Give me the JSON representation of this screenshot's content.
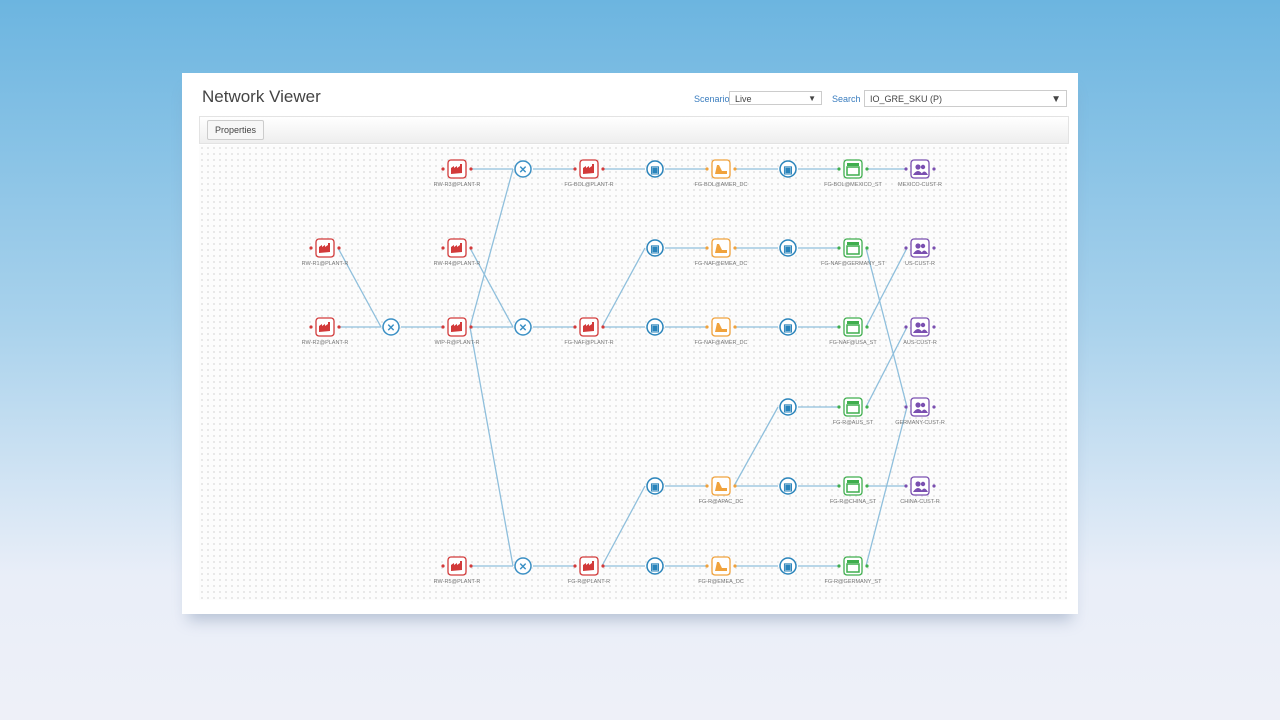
{
  "header": {
    "title": "Network Viewer",
    "scenario_label": "Scenario",
    "scenario_value": "Live",
    "search_label": "Search",
    "search_value": "IO_GRE_SKU (P)"
  },
  "toolbar": {
    "properties_label": "Properties"
  },
  "colors": {
    "plant": "#d23a3a",
    "tool": "#3a8fc4",
    "truck": "#2a84bb",
    "dc": "#f0a23c",
    "store": "#3fae4e",
    "customer": "#7a4fb0",
    "edge": "#8fbfdc"
  },
  "nodes": [
    {
      "id": "rw1",
      "kind": "plant",
      "label": "RW-R1@PLANT-R"
    },
    {
      "id": "rw2",
      "kind": "plant",
      "label": "RW-R2@PLANT-R"
    },
    {
      "id": "t1",
      "kind": "tool",
      "label": ""
    },
    {
      "id": "rw3",
      "kind": "plant",
      "label": "RW-R3@PLANT-R"
    },
    {
      "id": "rw4",
      "kind": "plant",
      "label": "RW-R4@PLANT-R"
    },
    {
      "id": "wip",
      "kind": "plant",
      "label": "WIP-R@PLANT-R"
    },
    {
      "id": "rw5",
      "kind": "plant",
      "label": "RW-R5@PLANT-R"
    },
    {
      "id": "t2",
      "kind": "tool",
      "label": ""
    },
    {
      "id": "t3",
      "kind": "tool",
      "label": ""
    },
    {
      "id": "t4",
      "kind": "tool",
      "label": ""
    },
    {
      "id": "fgb",
      "kind": "plant",
      "label": "FG-BOL@PLANT-R"
    },
    {
      "id": "fgn",
      "kind": "plant",
      "label": "FG-NAF@PLANT-R"
    },
    {
      "id": "fgr",
      "kind": "plant",
      "label": "FG-R@PLANT-R"
    },
    {
      "id": "k1",
      "kind": "truck",
      "label": ""
    },
    {
      "id": "k2",
      "kind": "truck",
      "label": ""
    },
    {
      "id": "k3",
      "kind": "truck",
      "label": ""
    },
    {
      "id": "k4",
      "kind": "truck",
      "label": ""
    },
    {
      "id": "k5",
      "kind": "truck",
      "label": ""
    },
    {
      "id": "d1",
      "kind": "dc",
      "label": "FG-BOL@AMER_DC"
    },
    {
      "id": "d2",
      "kind": "dc",
      "label": "FG-NAF@EMEA_DC"
    },
    {
      "id": "d3",
      "kind": "dc",
      "label": "FG-NAF@AMER_DC"
    },
    {
      "id": "d4",
      "kind": "dc",
      "label": "FG-R@APAC_DC"
    },
    {
      "id": "d5",
      "kind": "dc",
      "label": "FG-R@EMEA_DC"
    },
    {
      "id": "m1",
      "kind": "truck",
      "label": ""
    },
    {
      "id": "m2",
      "kind": "truck",
      "label": ""
    },
    {
      "id": "m3",
      "kind": "truck",
      "label": ""
    },
    {
      "id": "m4",
      "kind": "truck",
      "label": ""
    },
    {
      "id": "m5",
      "kind": "truck",
      "label": ""
    },
    {
      "id": "m6",
      "kind": "truck",
      "label": ""
    },
    {
      "id": "s1",
      "kind": "store",
      "label": "FG-BOL@MEXICO_ST"
    },
    {
      "id": "s2",
      "kind": "store",
      "label": "FG-NAF@GERMANY_ST"
    },
    {
      "id": "s3",
      "kind": "store",
      "label": "FG-NAF@USA_ST"
    },
    {
      "id": "s4",
      "kind": "store",
      "label": "FG-R@AUS_ST"
    },
    {
      "id": "s5",
      "kind": "store",
      "label": "FG-R@CHINA_ST"
    },
    {
      "id": "s6",
      "kind": "store",
      "label": "FG-R@GERMANY_ST"
    },
    {
      "id": "c1",
      "kind": "customer",
      "label": "MEXICO-CUST-R"
    },
    {
      "id": "c2",
      "kind": "customer",
      "label": "US-CUST-R"
    },
    {
      "id": "c3",
      "kind": "customer",
      "label": "AUS-CUST-R"
    },
    {
      "id": "c4",
      "kind": "customer",
      "label": "GERMANY-CUST-R"
    },
    {
      "id": "c5",
      "kind": "customer",
      "label": "CHINA-CUST-R"
    }
  ],
  "edges": [
    [
      "rw1",
      "t1"
    ],
    [
      "rw2",
      "t1"
    ],
    [
      "t1",
      "wip"
    ],
    [
      "rw3",
      "t2"
    ],
    [
      "wip",
      "t2"
    ],
    [
      "t2",
      "fgb"
    ],
    [
      "rw4",
      "t3"
    ],
    [
      "wip",
      "t3"
    ],
    [
      "t3",
      "fgn"
    ],
    [
      "wip",
      "t4"
    ],
    [
      "rw5",
      "t4"
    ],
    [
      "t4",
      "fgr"
    ],
    [
      "fgb",
      "k1"
    ],
    [
      "k1",
      "d1"
    ],
    [
      "d1",
      "m1"
    ],
    [
      "m1",
      "s1"
    ],
    [
      "s1",
      "c1"
    ],
    [
      "fgn",
      "k2"
    ],
    [
      "k2",
      "d2"
    ],
    [
      "d2",
      "m2"
    ],
    [
      "m2",
      "s2"
    ],
    [
      "s2",
      "c4"
    ],
    [
      "fgn",
      "k3"
    ],
    [
      "k3",
      "d3"
    ],
    [
      "d3",
      "m3"
    ],
    [
      "m3",
      "s3"
    ],
    [
      "s3",
      "c2"
    ],
    [
      "fgr",
      "k4"
    ],
    [
      "k4",
      "d4"
    ],
    [
      "d4",
      "m4"
    ],
    [
      "m4",
      "s4"
    ],
    [
      "s4",
      "c3"
    ],
    [
      "d4",
      "m5"
    ],
    [
      "m5",
      "s5"
    ],
    [
      "s5",
      "c5"
    ],
    [
      "fgr",
      "k5"
    ],
    [
      "k5",
      "d5"
    ],
    [
      "d5",
      "m6"
    ],
    [
      "m6",
      "s6"
    ],
    [
      "s6",
      "c4"
    ]
  ]
}
